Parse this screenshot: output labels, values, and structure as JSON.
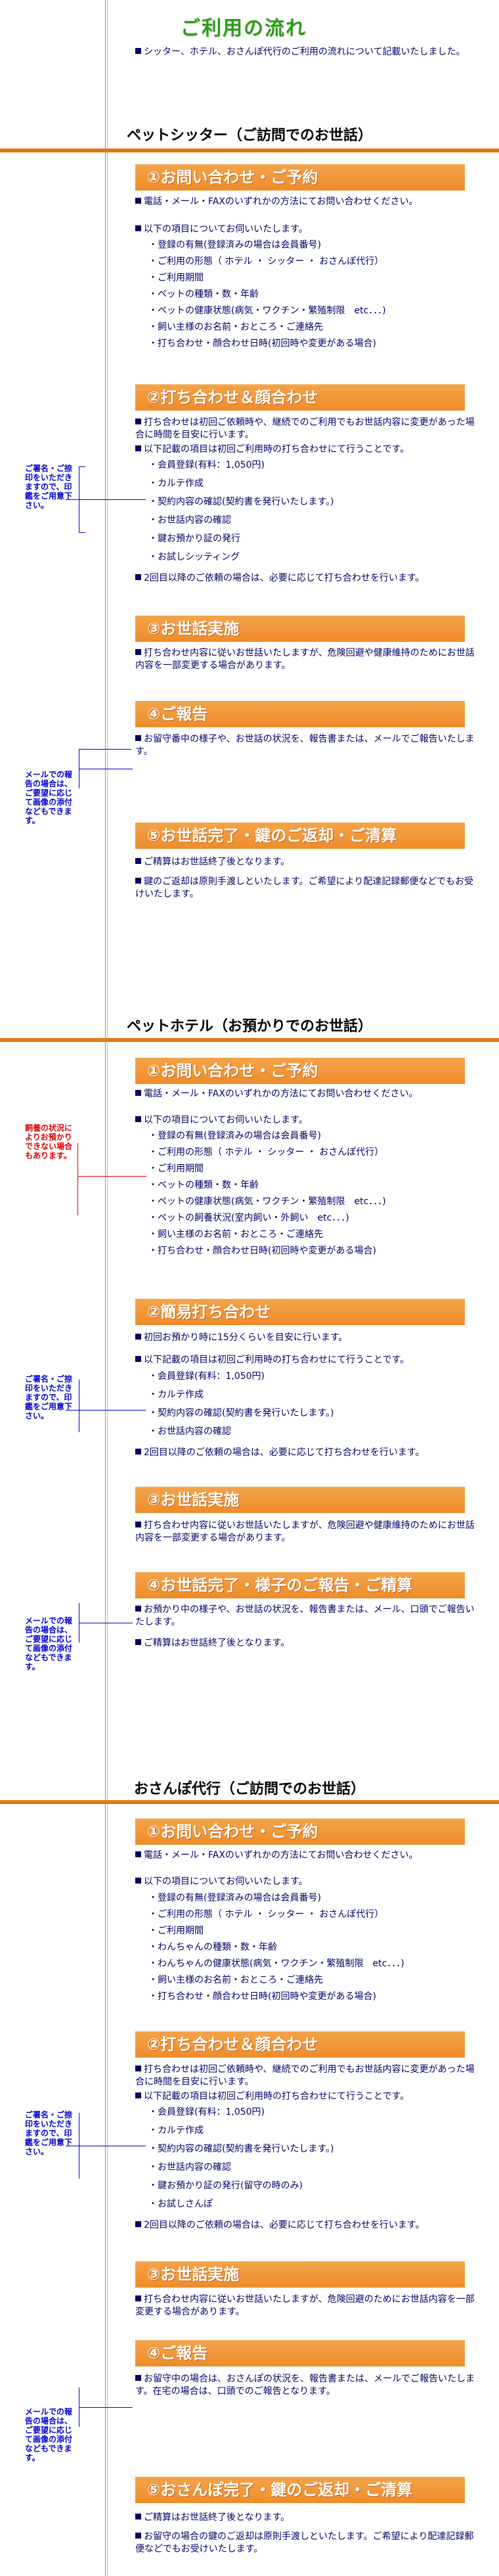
{
  "page": {
    "title": "ご利用の流れ",
    "intro": "シッター、ホテル、おさんぽ代行のご利用の流れについて記載いたしました。"
  },
  "sitter": {
    "title": "ペットシッター（ご訪問でのお世話）",
    "s1": "①お問い合わせ・ご予約",
    "s1_b1": "電話・メール・FAXのいずれかの方法にてお問い合わせください。",
    "s1_b2": "以下の項目についてお伺いいたします。",
    "s1_items": [
      "・登録の有無(登録済みの場合は会員番号)",
      "・ご利用の形態（ ホテル ・ シッター ・ おさんぽ代行）",
      "・ご利用期間",
      "・ペットの種類・数・年齢",
      "・ペットの健康状態(病気・ワクチン・繁殖制限　etc．．．)",
      "・飼い主様のお名前・おところ・ご連絡先",
      "・打ち合わせ・顔合わせ日時(初回時や変更がある場合)"
    ],
    "s2": "②打ち合わせ＆顔合わせ",
    "s2_b1": "打ち合わせは初回ご依頼時や、継続でのご利用でもお世話内容に変更があった場合に時間を目安に行います。",
    "s2_b2": "以下記載の項目は初回ご利用時の打ち合わせにて行うことです。",
    "s2_items": [
      "・会員登録(有料：1,050円)",
      "・カルテ作成",
      "・契約内容の確認(契約書を発行いたします。)",
      "・お世話内容の確認",
      "・鍵お預かり証の発行",
      "・お試しシッティング"
    ],
    "s2_b3": "2回目以降のご依頼の場合は、必要に応じて打ち合わせを行います。",
    "s2_note": "ご署名・ご捺印をいただきますので、印鑑をご用意下さい。",
    "s3": "③お世話実施",
    "s3_b1": "打ち合わせ内容に従いお世話いたしますが、危険回避や健康維持のためにお世話内容を一部変更する場合があります。",
    "s4": "④ご報告",
    "s4_b1": "お留守番中の様子や、お世話の状況を、報告書または、メールでご報告いたします。",
    "s4_note": "メールでの報告の場合は、ご要望に応じて画像の添付などもできます。",
    "s5": "⑤お世話完了・鍵のご返却・ご清算",
    "s5_b1": "ご精算はお世話終了後となります。",
    "s5_b2": "鍵のご返却は原則手渡しといたします。ご希望により配達記録郵便などでもお受けいたします。"
  },
  "hotel": {
    "title": "ペットホテル（お預かりでのお世話）",
    "s1": "①お問い合わせ・ご予約",
    "s1_b1": "電話・メール・FAXのいずれかの方法にてお問い合わせください。",
    "s1_b2": "以下の項目についてお伺いいたします。",
    "s1_items": [
      "・登録の有無(登録済みの場合は会員番号)",
      "・ご利用の形態（ ホテル ・ シッター ・ おさんぽ代行）",
      "・ご利用期間",
      "・ペットの種類・数・年齢",
      "・ペットの健康状態(病気・ワクチン・繁殖制限　etc．．．)",
      "・ペットの飼養状況(室内飼い・外飼い　etc．．．)",
      "・飼い主様のお名前・おところ・ご連絡先",
      "・打ち合わせ・顔合わせ日時(初回時や変更がある場合)"
    ],
    "s1_note": "飼養の状況によりお預かりできない場合もあります。",
    "s2": "②簡易打ち合わせ",
    "s2_b1": "初回お預かり時に15分くらいを目安に行います。",
    "s2_b2": "以下記載の項目は初回ご利用時の打ち合わせにて行うことです。",
    "s2_items": [
      "・会員登録(有料：1,050円)",
      "・カルテ作成",
      "・契約内容の確認(契約書を発行いたします。)",
      "・お世話内容の確認"
    ],
    "s2_b3": "2回目以降のご依頼の場合は、必要に応じて打ち合わせを行います。",
    "s2_note": "ご署名・ご捺印をいただきますので、印鑑をご用意下さい。",
    "s3": "③お世話実施",
    "s3_b1": "打ち合わせ内容に従いお世話いたしますが、危険回避や健康維持のためにお世話内容を一部変更する場合があります。",
    "s4": "④お世話完了・様子のご報告・ご精算",
    "s4_b1": "お預かり中の様子や、お世話の状況を、報告書または、メール、口頭でご報告いたします。",
    "s4_b2": "ご精算はお世話終了後となります。",
    "s4_note": "メールでの報告の場合は、ご要望に応じて画像の添付などもできます。"
  },
  "walk": {
    "title": "おさんぽ代行（ご訪問でのお世話）",
    "s1": "①お問い合わせ・ご予約",
    "s1_b1": "電話・メール・FAXのいずれかの方法にてお問い合わせください。",
    "s1_b2": "以下の項目についてお伺いいたします。",
    "s1_items": [
      "・登録の有無(登録済みの場合は会員番号)",
      "・ご利用の形態（ ホテル ・ シッター ・ おさんぽ代行）",
      "・ご利用期間",
      "・わんちゃんの種類・数・年齢",
      "・わんちゃんの健康状態(病気・ワクチン・繁殖制限　etc．．．)",
      "・飼い主様のお名前・おところ・ご連絡先",
      "・打ち合わせ・顔合わせ日時(初回時や変更がある場合)"
    ],
    "s2": "②打ち合わせ＆顔合わせ",
    "s2_b1": "打ち合わせは初回ご依頼時や、継続でのご利用でもお世話内容に変更があった場合に時間を目安に行います。",
    "s2_b2": "以下記載の項目は初回ご利用時の打ち合わせにて行うことです。",
    "s2_items": [
      "・会員登録(有料：1,050円)",
      "・カルテ作成",
      "・契約内容の確認(契約書を発行いたします。)",
      "・お世話内容の確認",
      "・鍵お預かり証の発行(留守の時のみ)",
      "・お試しさんぽ"
    ],
    "s2_b3": "2回目以降のご依頼の場合は、必要に応じて打ち合わせを行います。",
    "s2_note": "ご署名・ご捺印をいただきますので、印鑑をご用意下さい。",
    "s3": "③お世話実施",
    "s3_b1": "打ち合わせ内容に従いお世話いたしますが、危険回避のためにお世話内容を一部変更する場合があります。",
    "s4": "④ご報告",
    "s4_b1": "お留守中の場合は、おさんぽの状況を、報告書または、メールでご報告いたします。在宅の場合は、口頭でのご報告となります。",
    "s4_note": "メールでの報告の場合は、ご要望に応じて画像の添付などもできます。",
    "s5": "⑤おさんぽ完了・鍵のご返却・ご清算",
    "s5_b1": "ご精算はお世話終了後となります。",
    "s5_b2": "お留守の場合の鍵のご返却は原則手渡しといたします。ご希望により配達記録郵便などでもお受けいたします。"
  }
}
